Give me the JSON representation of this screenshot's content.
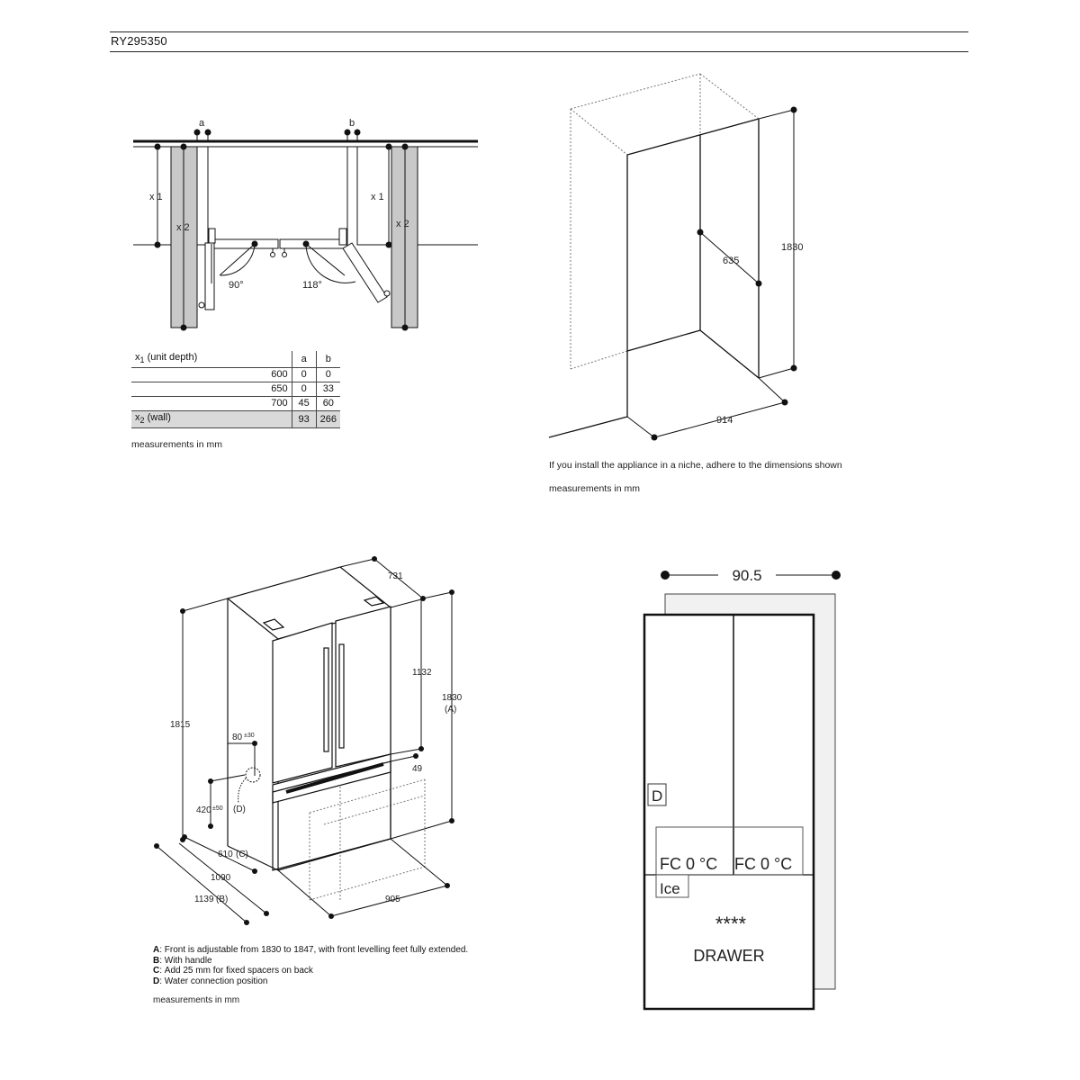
{
  "header": {
    "model": "RY295350"
  },
  "panel_top_left": {
    "label_a": "a",
    "label_b": "b",
    "x1": "x 1",
    "x2": "x 2",
    "angle_left": "90°",
    "angle_right": "118°",
    "table": {
      "col_a": "a",
      "col_b": "b",
      "head_label": "unit depth",
      "wall_label": "wall",
      "rows": [
        {
          "depth": "600",
          "a": "0",
          "b": "0"
        },
        {
          "depth": "650",
          "a": "0",
          "b": "33"
        },
        {
          "depth": "700",
          "a": "45",
          "b": "60"
        }
      ],
      "wall_row": {
        "a": "93",
        "b": "266"
      }
    },
    "caption": "measurements in mm"
  },
  "panel_top_right": {
    "dim_height": "1830",
    "dim_depth": "635",
    "dim_width": "914",
    "caption_1": "If you install the appliance in a niche, adhere to the dimensions shown",
    "caption_2": "measurements in mm"
  },
  "panel_bottom_left": {
    "dims": {
      "d731": "731",
      "d1132": "1132",
      "d1830": "1830",
      "d1830_note": "(A)",
      "d1815": "1815",
      "d80": "80",
      "d80_tol": "±30",
      "d49": "49",
      "d420": "420",
      "d420_tol": "±50",
      "label_d": "(D)",
      "d610": "610",
      "d610_note": "(C)",
      "d1090": "1090",
      "d1139": "1139",
      "d1139_note": "(B)",
      "d905": "905"
    },
    "notes": [
      {
        "key": "A",
        "text": "Front is adjustable from 1830 to 1847, with front levelling feet fully extended."
      },
      {
        "key": "B",
        "text": "With handle"
      },
      {
        "key": "C",
        "text": "Add 25 mm for fixed spacers on back"
      },
      {
        "key": "D",
        "text": "Water connection position"
      }
    ],
    "caption": "measurements in mm"
  },
  "panel_bottom_right": {
    "width_label": "90.5",
    "label_d": "D",
    "fc_left": "FC 0 °C",
    "fc_right": "FC 0 °C",
    "ice": "Ice",
    "stars": "****",
    "drawer": "DRAWER"
  }
}
